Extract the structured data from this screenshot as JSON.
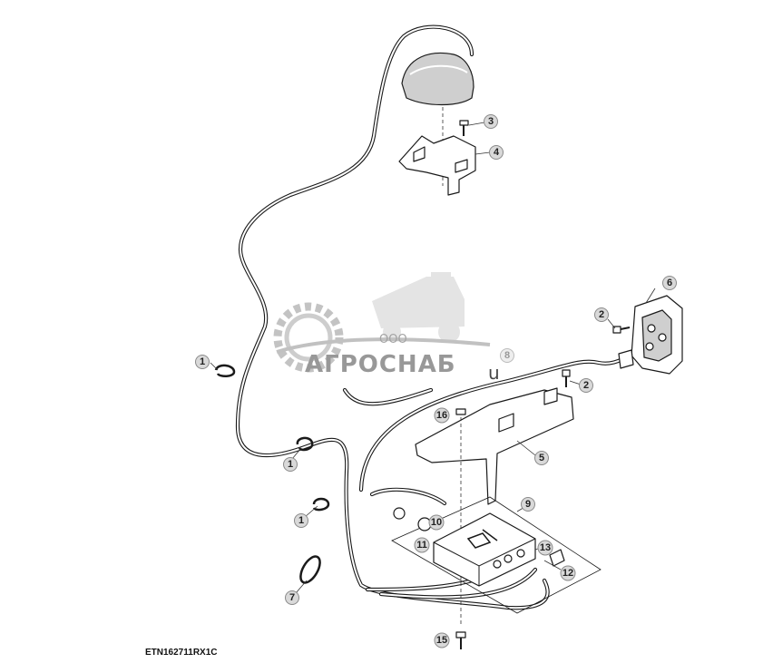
{
  "figure_code": "ETN162711RX1C",
  "watermark": {
    "prefix": "ООО",
    "brand": "АГРОСНАБ",
    "trail": "u"
  },
  "callouts": [
    {
      "label": "1"
    },
    {
      "label": "1"
    },
    {
      "label": "1"
    },
    {
      "label": "2"
    },
    {
      "label": "2"
    },
    {
      "label": "3"
    },
    {
      "label": "4"
    },
    {
      "label": "5"
    },
    {
      "label": "6"
    },
    {
      "label": "7"
    },
    {
      "label": "8"
    },
    {
      "label": "9"
    },
    {
      "label": "10"
    },
    {
      "label": "11"
    },
    {
      "label": "12"
    },
    {
      "label": "13"
    },
    {
      "label": "15"
    },
    {
      "label": "16"
    }
  ],
  "icons": [
    "gear-icon",
    "combine-harvester-icon"
  ]
}
